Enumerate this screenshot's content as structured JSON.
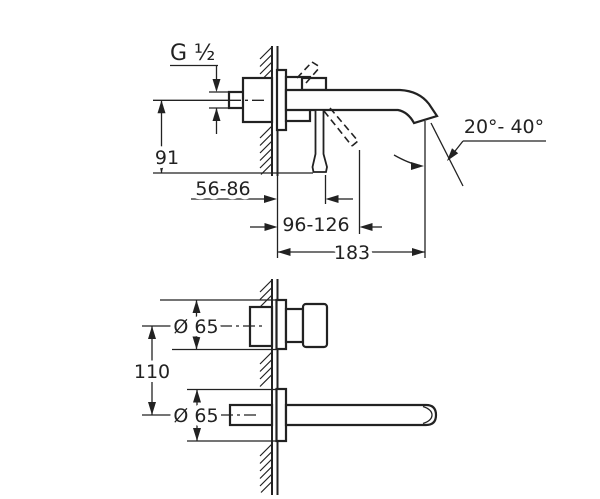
{
  "diagram": {
    "type": "technical-dimension-drawing",
    "subject": "wall-mounted two-hole basin mixer, side view and front view with installation dimensions",
    "views": {
      "side": {
        "thread_label": "G ½",
        "height_label": "91",
        "wall_depth_range": "56-86",
        "handle_depth_range": "96-126",
        "spout_reach": "183",
        "spout_angle_range": "20°- 40°"
      },
      "front": {
        "handle_escutcheon_diameter": "Ø 65",
        "center_distance": "110",
        "spout_escutcheon_diameter": "Ø 65"
      }
    },
    "colors": {
      "line": "#222222",
      "background": "#ffffff"
    }
  }
}
